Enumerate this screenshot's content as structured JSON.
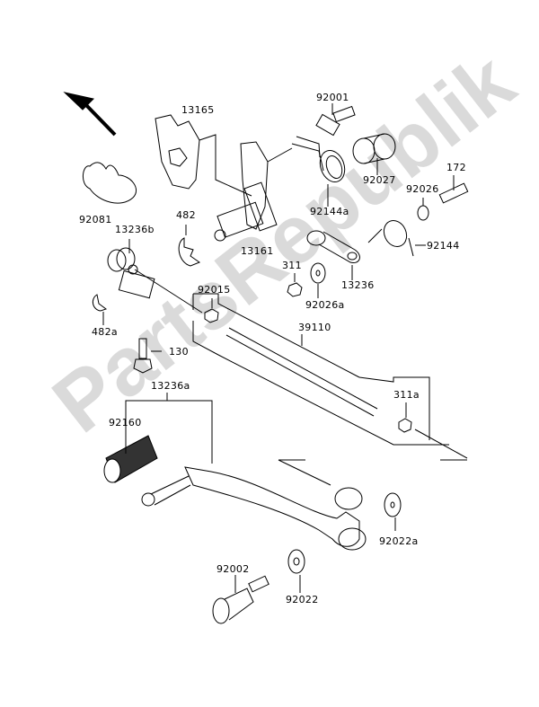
{
  "watermark": "PartsRepublik",
  "labels": {
    "p13165": "13165",
    "p92001": "92001",
    "p92027": "92027",
    "p172": "172",
    "p92026": "92026",
    "p92081": "92081",
    "p482": "482",
    "p13236b": "13236b",
    "p13161": "13161",
    "p92144a": "92144a",
    "p92144": "92144",
    "p311": "311",
    "p13236": "13236",
    "p92015": "92015",
    "p92026a": "92026a",
    "p482a": "482a",
    "p39110": "39110",
    "p130": "130",
    "p13236a": "13236a",
    "p311a": "311a",
    "p92160": "92160",
    "p92022a": "92022a",
    "p92002": "92002",
    "p92022": "92022"
  }
}
